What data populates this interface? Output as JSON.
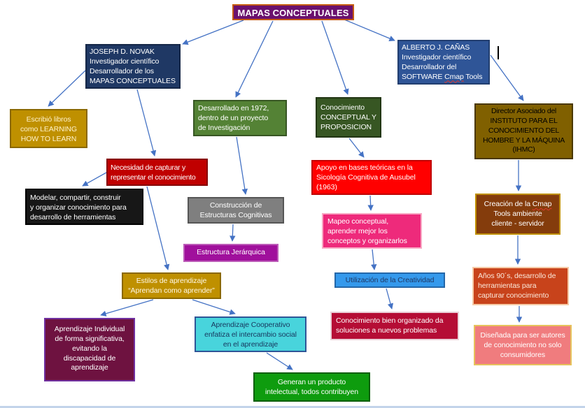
{
  "colors": {
    "arrow": "#4472C4",
    "canvas_bg": "#FFFFFF",
    "window_edge": "#C3D4EA"
  },
  "misspelled_words": [
    "Cmap"
  ],
  "nodes": {
    "title": {
      "text": "MAPAS CONCEPTUALES",
      "bg": "#6A116E",
      "border": "#C55A11",
      "fg": "#FFFFFF"
    },
    "novak": {
      "text": "JOSEPH D. NOVAK\nInvestigador científico\nDesarrollador de los\nMAPAS CONCEPTUALES",
      "bg": "#1F3864",
      "border": "#152747",
      "fg": "#FFFFFF"
    },
    "canas": {
      "text": "ALBERTO J. CAÑAS\nInvestigador científico\nDesarrollador del\nSOFTWARE Cmap Tools",
      "bg": "#2F5597",
      "border": "#223E6F",
      "fg": "#FFFFFF"
    },
    "escribio": {
      "text": "Escribió libros\ncomo LEARNING\nHOW TO LEARN",
      "bg": "#BF9000",
      "border": "#8A6800",
      "fg": "#FFF2CC"
    },
    "desarrollado": {
      "text": "Desarrollado en 1972,\ndentro de un proyecto\nde Investigación",
      "bg": "#548235",
      "border": "#375623",
      "fg": "#FFFFFF"
    },
    "conceptual": {
      "text": "Conocimiento\nCONCEPTUAL Y\nPROPOSICION",
      "bg": "#375623",
      "border": "#223614",
      "fg": "#FFFFFF"
    },
    "director": {
      "text": "Director Asociado del\nINSTITUTO PARA EL\nCONOCIMIENTO DEL\nHOMBRE Y LA MÁQUINA\n(IHMC)",
      "bg": "#806000",
      "border": "#4A3800",
      "fg": "#000000"
    },
    "necesidad": {
      "text": "Necesidad de capturar y\nrepresentar el conocimiento",
      "bg": "#C00000",
      "border": "#860000",
      "fg": "#FFFFFF"
    },
    "modelar": {
      "text": "Modelar, compartir, construir\ny organizar conocimiento para\ndesarrollo de herramientas",
      "bg": "#171717",
      "border": "#000000",
      "fg": "#FFFFFF"
    },
    "construccion": {
      "text": "Construcción de\nEstructuras Cognitivas",
      "bg": "#7F7F7F",
      "border": "#565656",
      "fg": "#FFFFFF"
    },
    "apoyo": {
      "text": "Apoyo en bases teóricas en la\nSicología Cognitiva de Ausubel\n(1963)",
      "bg": "#FF0000",
      "border": "#C00000",
      "fg": "#FFFFFF"
    },
    "creacion": {
      "text": "Creación de la Cmap\nTools ambiente\ncliente - servidor",
      "bg": "#843C0C",
      "border": "#BF8F00",
      "fg": "#FFFFFF"
    },
    "estructura": {
      "text": "Estructura Jerárquica",
      "bg": "#A0109C",
      "border": "#BC5CB8",
      "fg": "#FFFFFF"
    },
    "mapeo": {
      "text": "Mapeo conceptual,\naprender mejor los\nconceptos y organizarlos",
      "bg": "#EE2A7B",
      "border": "#F8A9C4",
      "fg": "#FFFFFF"
    },
    "anos90": {
      "text": "Años 90´s, desarrollo de\nherramientas para\ncapturar conocimiento",
      "bg": "#C8431B",
      "border": "#F6C9A5",
      "fg": "#FBE9DB"
    },
    "estilos": {
      "text": "Estilos de aprendizaje\n“Aprendan como aprender”",
      "bg": "#BF9000",
      "border": "#8A6800",
      "fg": "#FFF8E7"
    },
    "utilizacion": {
      "text": "Utilización de la Creatividad",
      "bg": "#3499EC",
      "border": "#2467A8",
      "fg": "#1F3864"
    },
    "conocimiento_bien": {
      "text": "Conocimiento bien organizado da\nsoluciones a nuevos problemas",
      "bg": "#B50D35",
      "border": "#EAD1D8",
      "fg": "#FFFFFF"
    },
    "apr_individual": {
      "text": "Aprendizaje Individual\nde forma significativa,\nevitando la\ndiscapacidad de\naprendizaje",
      "bg": "#6E1240",
      "border": "#7030A0",
      "fg": "#FFFFFF"
    },
    "apr_cooperativo": {
      "text": "Aprendizaje Cooperativo\nenfatiza el intercambio social\nen el aprendizaje",
      "bg": "#48D4DC",
      "border": "#2F5597",
      "fg": "#17375E"
    },
    "generan": {
      "text": "Generan un producto\nintelectual, todos contribuyen",
      "bg": "#0E9C0E",
      "border": "#0B5F0B",
      "fg": "#FFFFFF"
    },
    "disenada": {
      "text": "Diseñada para ser autores\nde conocimiento no solo\nconsumidores",
      "bg": "#F07C7E",
      "border": "#E6C35C",
      "fg": "#FFFFFF"
    }
  },
  "edges": [
    {
      "from": "title",
      "to": "novak"
    },
    {
      "from": "title",
      "to": "desarrollado"
    },
    {
      "from": "title",
      "to": "conceptual"
    },
    {
      "from": "title",
      "to": "canas"
    },
    {
      "from": "novak",
      "to": "escribio"
    },
    {
      "from": "novak",
      "to": "necesidad"
    },
    {
      "from": "canas",
      "to": "director"
    },
    {
      "from": "desarrollado",
      "to": "construccion"
    },
    {
      "from": "necesidad",
      "to": "modelar"
    },
    {
      "from": "necesidad",
      "to": "estilos"
    },
    {
      "from": "construccion",
      "to": "estructura"
    },
    {
      "from": "estilos",
      "to": "apr_individual"
    },
    {
      "from": "estilos",
      "to": "apr_cooperativo"
    },
    {
      "from": "apr_cooperativo",
      "to": "generan"
    },
    {
      "from": "conceptual",
      "to": "apoyo"
    },
    {
      "from": "apoyo",
      "to": "mapeo"
    },
    {
      "from": "mapeo",
      "to": "utilizacion"
    },
    {
      "from": "utilizacion",
      "to": "conocimiento_bien"
    },
    {
      "from": "director",
      "to": "creacion"
    },
    {
      "from": "creacion",
      "to": "anos90"
    },
    {
      "from": "anos90",
      "to": "disenada"
    }
  ],
  "editor": {
    "text_cursor_visible": true
  }
}
